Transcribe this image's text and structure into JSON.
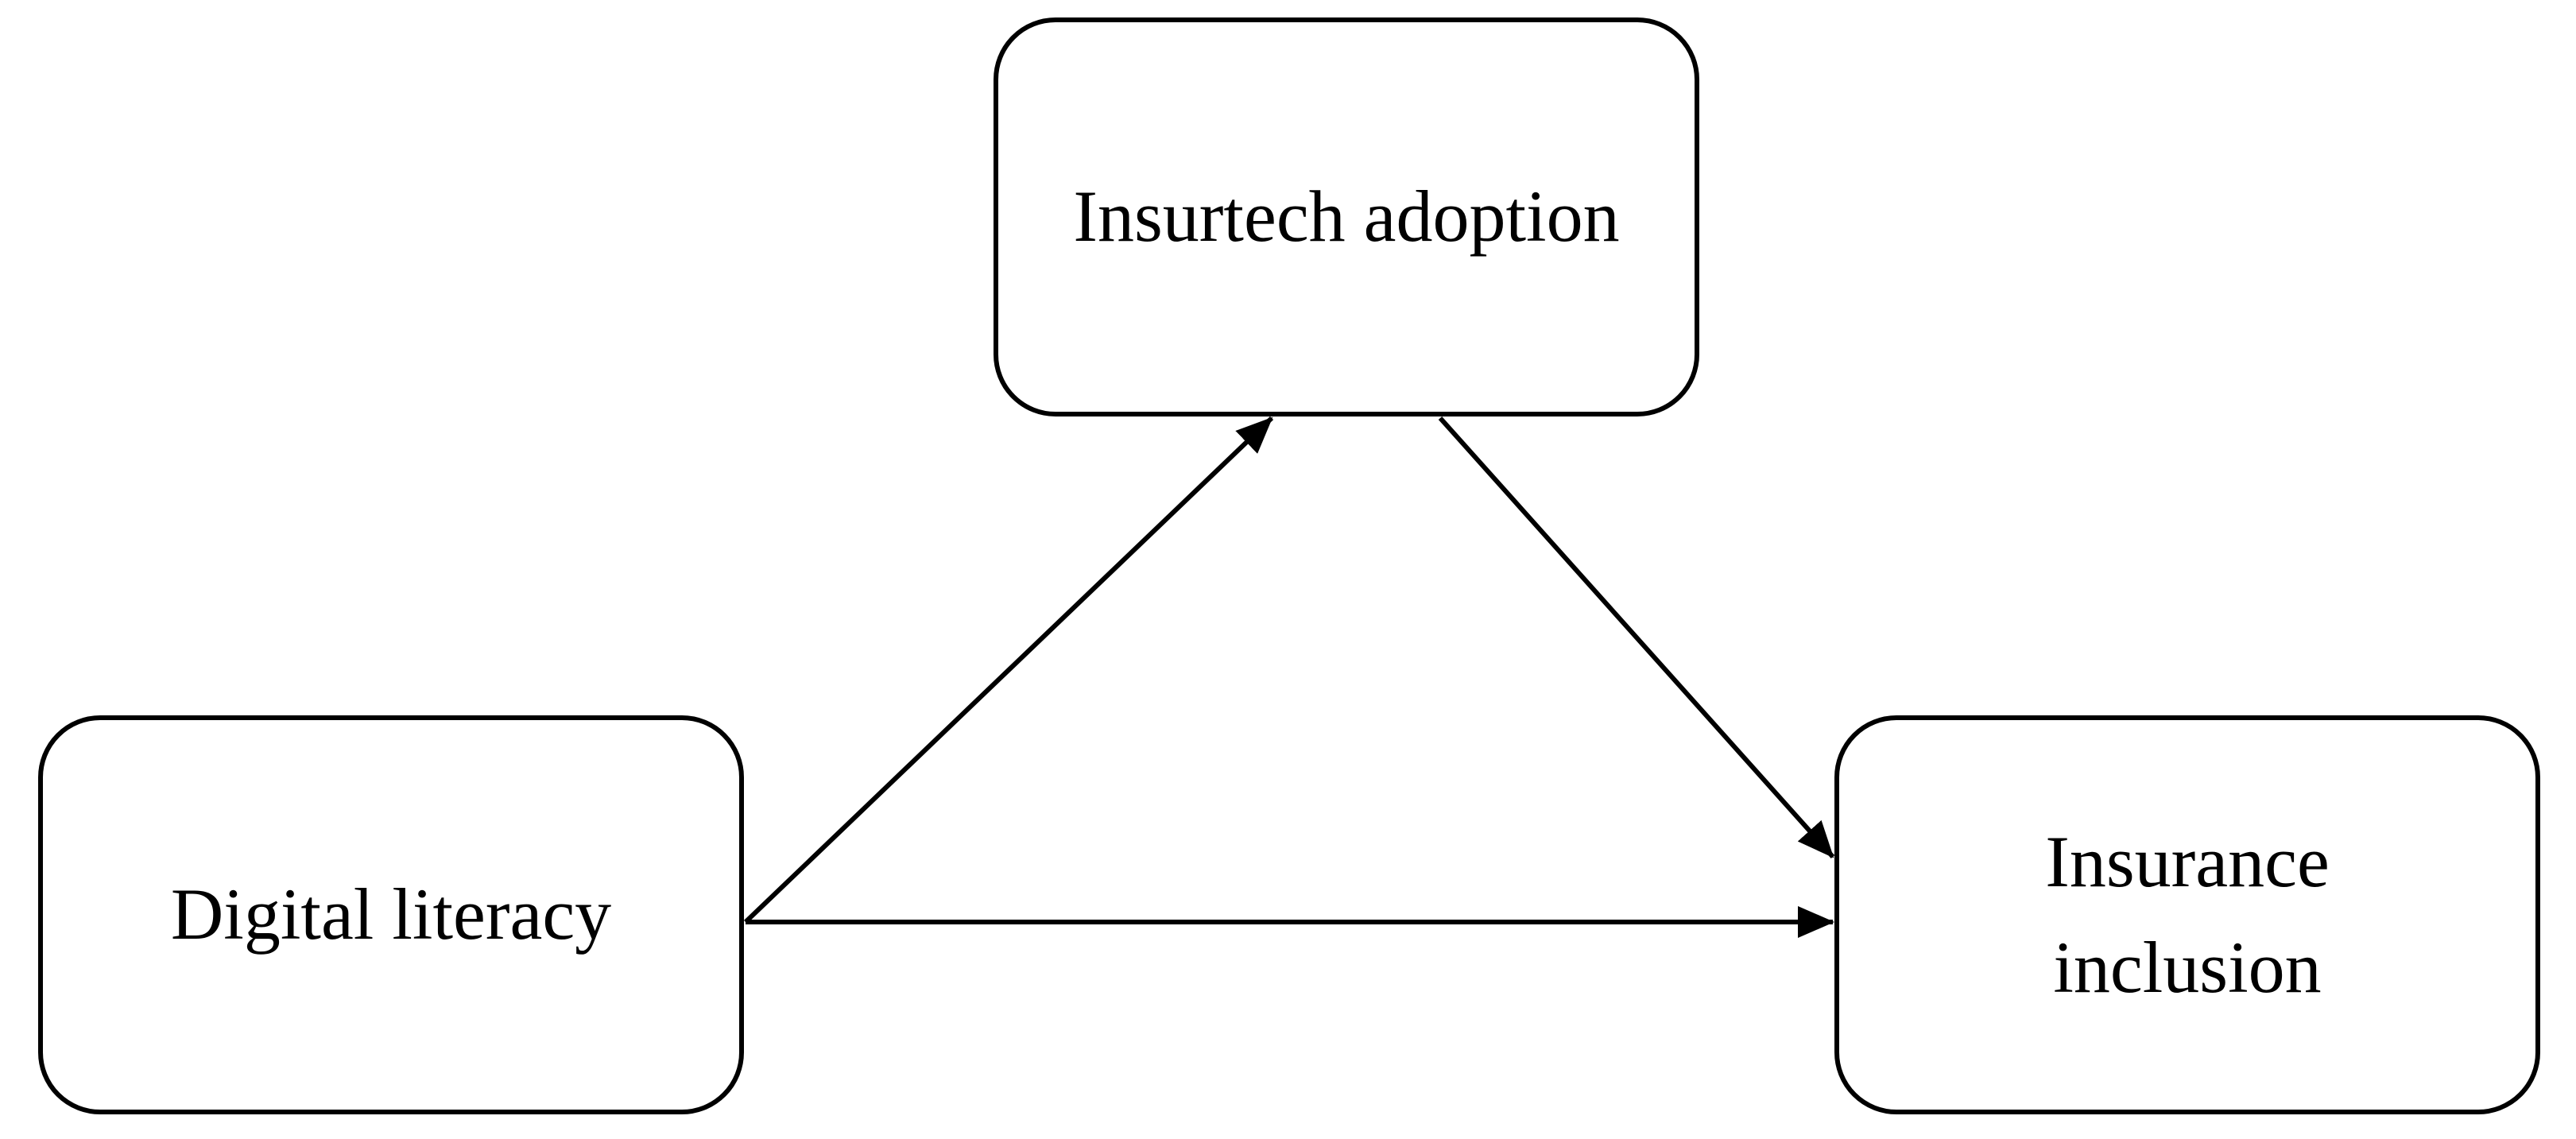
{
  "diagram": {
    "nodes": {
      "mediator": {
        "label": "Insurtech adoption"
      },
      "independent": {
        "label": "Digital literacy"
      },
      "dependent": {
        "label": "Insurance\ninclusion"
      }
    },
    "edges": [
      {
        "from": "Digital literacy",
        "to": "Insurtech adoption"
      },
      {
        "from": "Insurtech adoption",
        "to": "Insurance inclusion"
      },
      {
        "from": "Digital literacy",
        "to": "Insurance inclusion"
      }
    ]
  }
}
